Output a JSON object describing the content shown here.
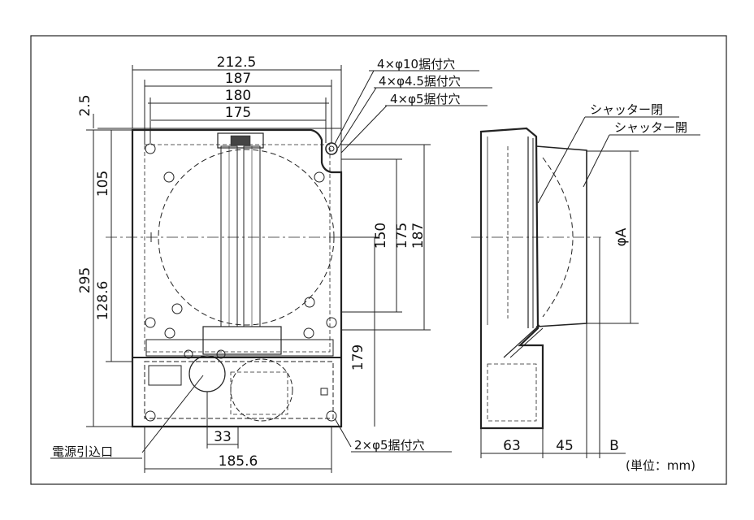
{
  "front_view": {
    "dims": {
      "w212": "212.5",
      "w187": "187",
      "w180": "180",
      "w175": "175",
      "t25": "2.5",
      "h105": "105",
      "h295": "295",
      "h1286": "128.6",
      "h150": "150",
      "h175": "175",
      "h187": "187",
      "h179": "179",
      "w33": "33",
      "w1856": "185.6"
    },
    "callouts": {
      "hole10": "4×φ10据付穴",
      "hole45": "4×φ4.5据付穴",
      "hole5": "4×φ5据付穴",
      "hole5b": "2×φ5据付穴",
      "power_inlet": "電源引込口"
    }
  },
  "side_view": {
    "callouts": {
      "shutter_closed": "シャッター閉",
      "shutter_open": "シャッター開"
    },
    "dims": {
      "phiA": "φA",
      "d63": "63",
      "d45": "45",
      "dB": "B"
    }
  },
  "unit_note": "(単位：mm)"
}
